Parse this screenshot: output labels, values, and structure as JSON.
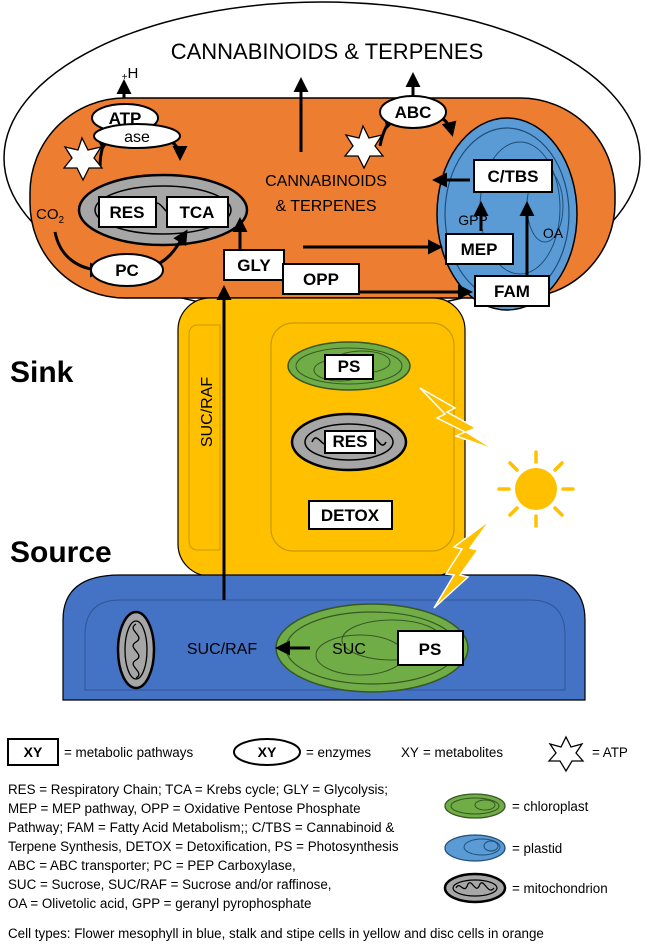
{
  "title": "CANNABINOIDS & TERPENES",
  "zone_labels": {
    "sink": "Sink",
    "source": "Source"
  },
  "disc_cell": {
    "h_plus": "H",
    "h_plus_sign": "+",
    "atpase_top": "ATP",
    "atpase_bottom": "ase",
    "abc": "ABC",
    "center_metabolite_line1": "CANNABINOIDS",
    "center_metabolite_line2": "& TERPENES",
    "co2": "CO",
    "co2_sub": "2",
    "pc": "PC",
    "res": "RES",
    "tca": "TCA",
    "gly": "GLY",
    "opp": "OPP",
    "mep": "MEP",
    "fam": "FAM",
    "ctbs": "C/TBS",
    "gpp": "GPP",
    "oa": "OA"
  },
  "stalk_cell": {
    "suc_raf": "SUC/RAF",
    "ps": "PS",
    "res": "RES",
    "detox": "DETOX"
  },
  "mesophyll_cell": {
    "suc_raf": "SUC/RAF",
    "suc": "SUC",
    "ps": "PS"
  },
  "legend": {
    "pathway_symbol": "XY",
    "pathway_label": "= metabolic pathways",
    "enzyme_symbol": "XY",
    "enzyme_label": "= enzymes",
    "metabolite_symbol": "XY",
    "metabolite_label": "= metabolites",
    "atp_label": "= ATP",
    "chloroplast_label": "= chloroplast",
    "plastid_label": "= plastid",
    "mitochondrion_label": "= mitochondrion",
    "abbreviations": [
      "RES = Respiratory Chain; TCA = Krebs cycle; GLY = Glycolysis;",
      "MEP = MEP pathway, OPP = Oxidative Pentose Phosphate",
      "Pathway; FAM = Fatty Acid Metabolism;; C/TBS = Cannabinoid &",
      "Terpene Synthesis, DETOX = Detoxification, PS = Photosynthesis",
      "ABC = ABC transporter; PC = PEP Carboxylase,",
      "SUC = Sucrose, SUC/RAF = Sucrose and/or raffinose,",
      "OA = Olivetolic acid, GPP = geranyl pyrophosphate"
    ],
    "cell_types": "Cell types: Flower mesophyll  in blue, stalk and stipe cells in yellow and disc cells in orange"
  },
  "colors": {
    "disc_cell": "#ED7D31",
    "stalk_cell": "#FFC000",
    "mesophyll_cell": "#4472C4",
    "chloroplast": "#70AD47",
    "plastid": "#5B9BD5",
    "mitochondrion": "#A6A6A6",
    "sun": "#FFC000"
  }
}
